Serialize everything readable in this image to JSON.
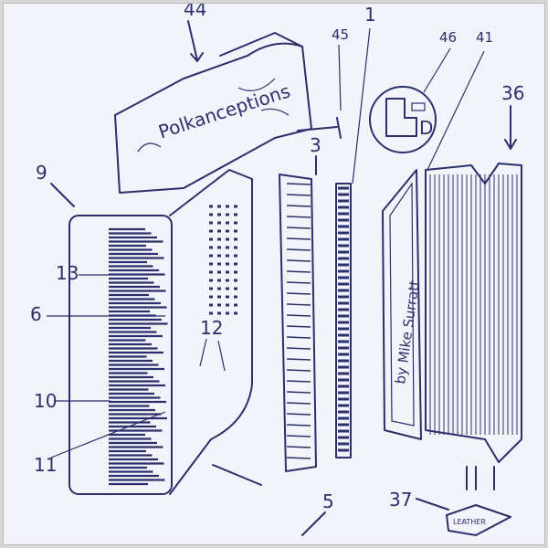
{
  "diagram": {
    "title_banner": "Polkanceptions",
    "credit": "by Mike Surratt",
    "leather_tag": "LEATHER",
    "inset_letter": "D",
    "part_numbers": {
      "p44": "44",
      "p45": "45",
      "p1": "1",
      "p46": "46",
      "p41": "41",
      "p36": "36",
      "p9": "9",
      "p3": "3",
      "p13": "13",
      "p6": "6",
      "p12": "12",
      "p10": "10",
      "p11": "11",
      "p5": "5",
      "p37": "37"
    },
    "colors": {
      "ink": "#2b2f6b",
      "paper": "#f3f4fa"
    }
  }
}
